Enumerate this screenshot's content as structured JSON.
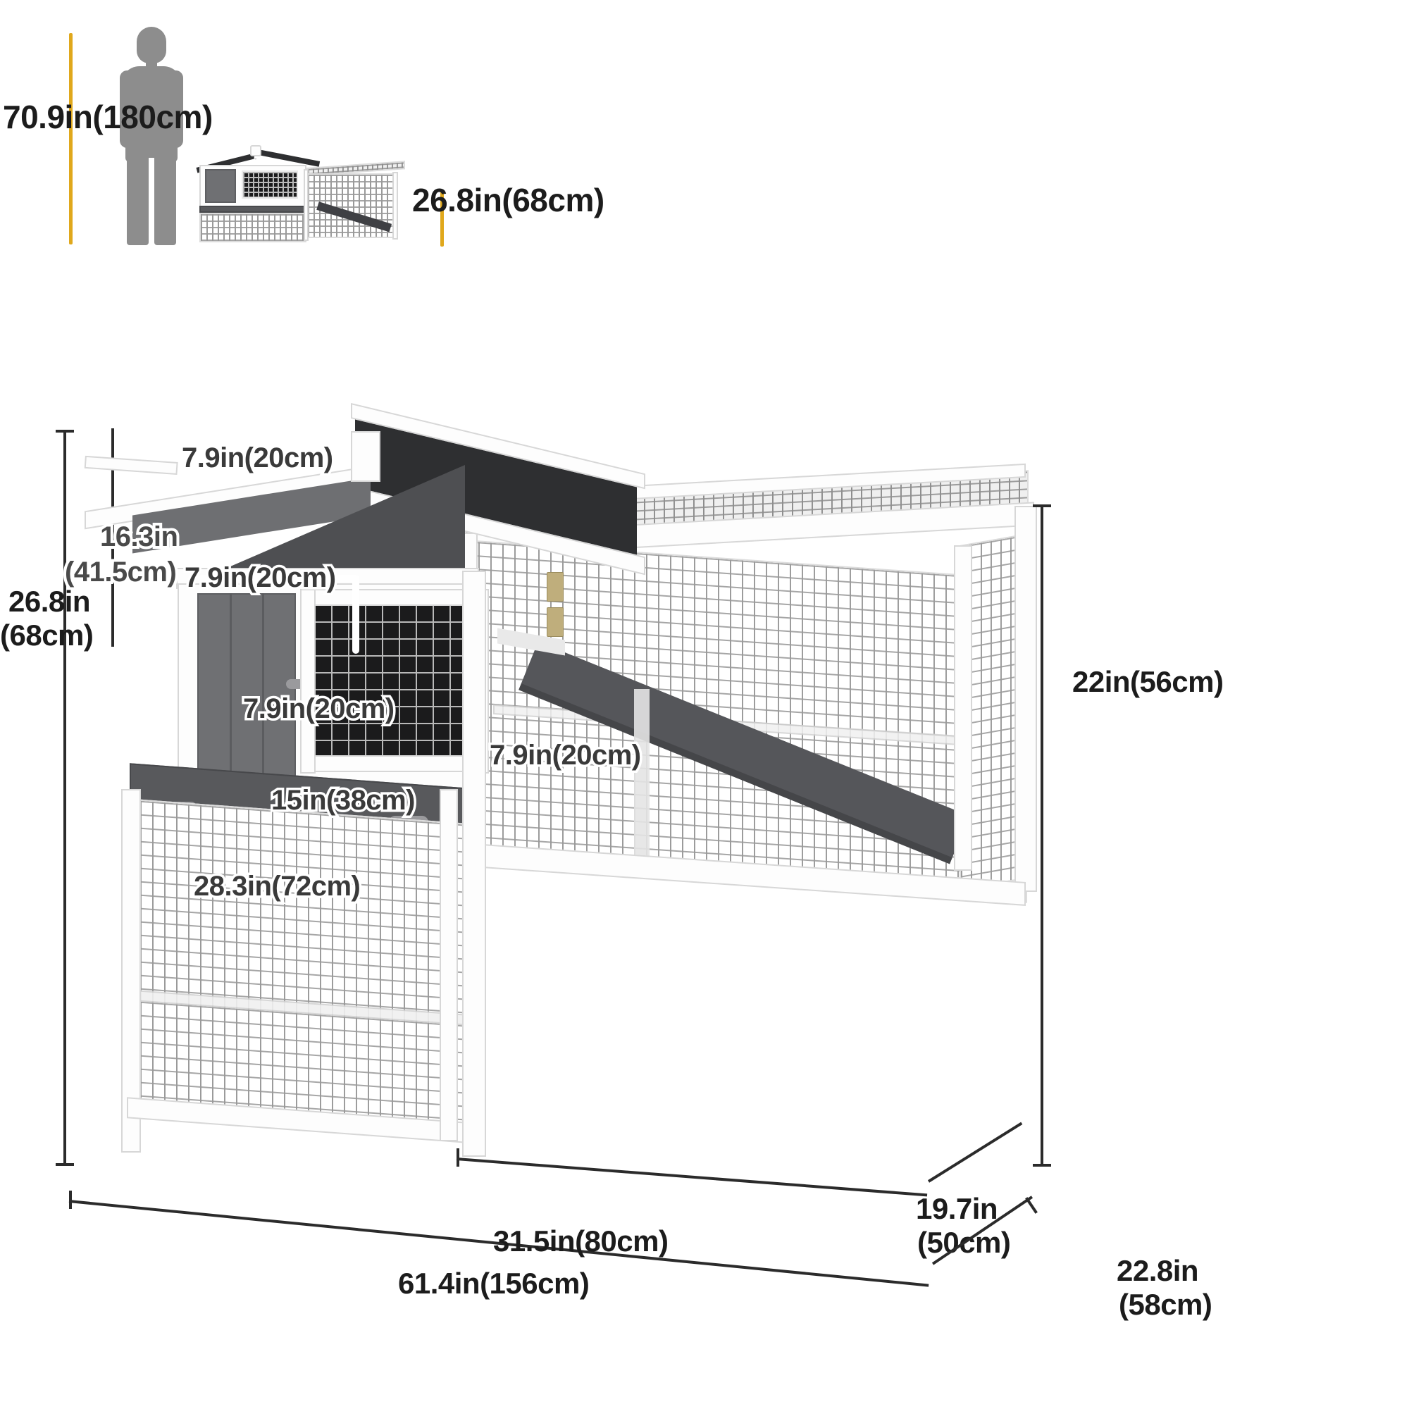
{
  "diagram": {
    "type": "product-dimension-diagram",
    "product": "two-tier wooden rabbit hutch with run, ramp and asphalt roof",
    "units": "inches and centimeters"
  },
  "scale_reference": {
    "human_height_label": "70.9in(180cm)",
    "product_height_label": "26.8in(68cm)",
    "accent_color": "#e0a81c",
    "silhouette_color": "#8d8d8d"
  },
  "measurements": {
    "overall_height": "26.8in(68cm)",
    "upper_house_height": "16.3in(41.5cm)",
    "roof_overhang": "7.9in(20cm)",
    "door_width": "7.9in(20cm)",
    "mesh_window_height": "7.9in(20cm)",
    "mesh_window_width": "15in(38cm)",
    "right_panel_width": "7.9in(20cm)",
    "house_section_width": "28.3in(72cm)",
    "run_section_width": "31.5in(80cm)",
    "overall_length": "61.4in(156cm)",
    "run_height": "22in(56cm)",
    "run_depth": "19.7in(50cm)",
    "overall_depth": "22.8in(58cm)"
  },
  "labels": [
    {
      "id": "human-height",
      "text": "70.9in(180cm)"
    },
    {
      "id": "mini-product-height",
      "text": "26.8in(68cm)"
    },
    {
      "id": "roof-overhang",
      "text": "7.9in(20cm)"
    },
    {
      "id": "upper-height",
      "text": "16.3in"
    },
    {
      "id": "upper-height-cm",
      "text": "(41.5cm)"
    },
    {
      "id": "door-width",
      "text": "7.9in(20cm)"
    },
    {
      "id": "window-height",
      "text": "7.9in(20cm)"
    },
    {
      "id": "right-panel-width",
      "text": "7.9in(20cm)"
    },
    {
      "id": "window-width",
      "text": "15in(38cm)"
    },
    {
      "id": "overall-height",
      "text": "26.8in"
    },
    {
      "id": "overall-height-cm",
      "text": "(68cm)"
    },
    {
      "id": "house-width",
      "text": "28.3in(72cm)"
    },
    {
      "id": "run-width",
      "text": "31.5in(80cm)"
    },
    {
      "id": "overall-length",
      "text": "61.4in(156cm)"
    },
    {
      "id": "run-height",
      "text": "22in(56cm)"
    },
    {
      "id": "run-depth",
      "text": "19.7in"
    },
    {
      "id": "run-depth-cm",
      "text": "(50cm)"
    },
    {
      "id": "overall-depth",
      "text": "22.8in"
    },
    {
      "id": "overall-depth-cm",
      "text": "(58cm)"
    }
  ],
  "colors": {
    "background": "#ffffff",
    "text": "#1c1c1c",
    "dimension_line": "#2b2b2b",
    "accent_tick": "#e0a81c",
    "roof": "#2e2f31",
    "wood": "#fdfdfd",
    "panel": "#6f7073"
  }
}
